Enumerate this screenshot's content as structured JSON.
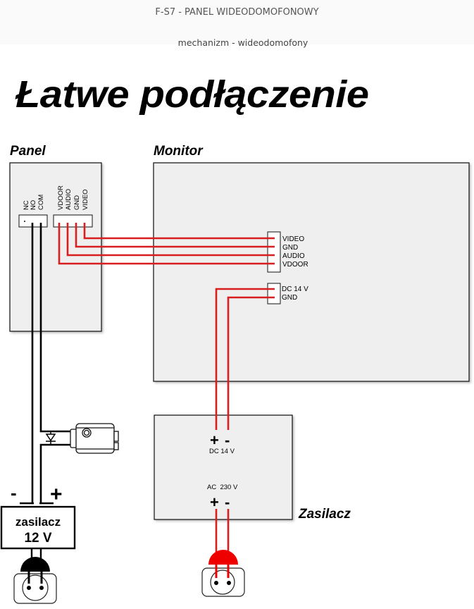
{
  "page": {
    "title": "F-S7 - PANEL WIDEODOMOFONOWY",
    "subtitle": "mechanizm - wideodomofony"
  },
  "diagram": {
    "heading": "Łatwe podłączenie",
    "panel": {
      "label": "Panel",
      "terminals_left": [
        "NC",
        "NO",
        "COM"
      ],
      "terminals_right": [
        "VDOOR",
        "AUDIO",
        "GND",
        "VIDEO"
      ]
    },
    "monitor": {
      "label": "Monitor",
      "signal_terminals": [
        "VIDEO",
        "GND",
        "AUDIO",
        "VDOOR"
      ],
      "power_terminals": [
        "DC 14 V",
        "GND"
      ]
    },
    "power_supply_monitor": {
      "label": "Zasilacz",
      "output_label": "DC 14 V",
      "input_label": "AC  230 V",
      "plus": "+",
      "minus": "-"
    },
    "power_supply_panel": {
      "line1": "zasilacz",
      "line2": "12 V",
      "plus": "+",
      "minus": "-"
    },
    "components": {
      "lock": "electric-strike-lock",
      "diode": "diode",
      "sockets": [
        "mains-socket-panel",
        "mains-socket-monitor"
      ]
    },
    "colors": {
      "wire_signal": "#d81e1e",
      "wire_power_panel": "#000000",
      "box_fill": "#efefef",
      "plug_panel": "#000000",
      "plug_monitor": "#ee0000"
    }
  }
}
